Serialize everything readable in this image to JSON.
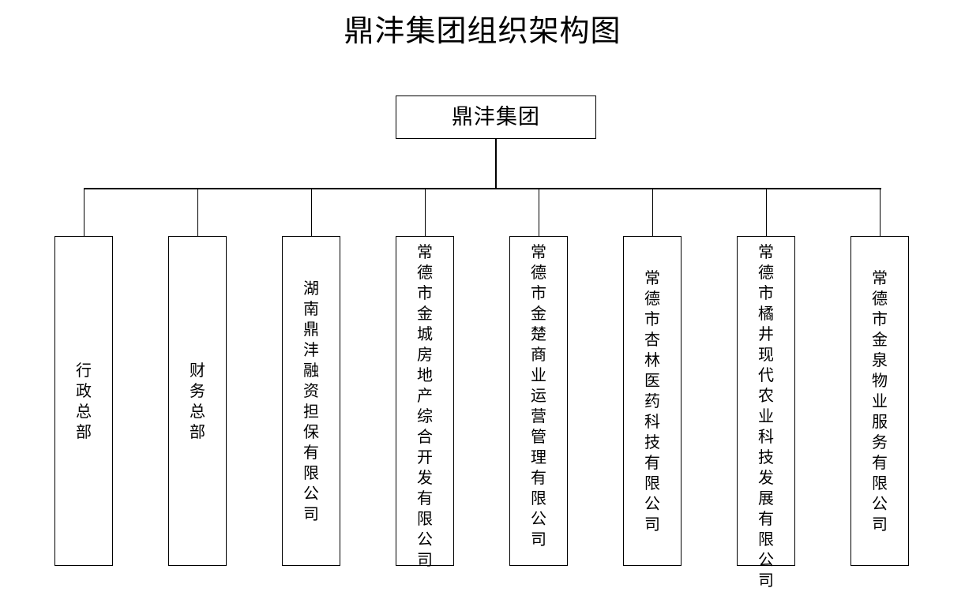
{
  "page": {
    "title": "鼎沣集团组织架构图",
    "background_color": "#ffffff",
    "line_color": "#000000",
    "text_color": "#000000"
  },
  "org_chart": {
    "root": {
      "label": "鼎沣集团"
    },
    "children": [
      {
        "label": "行政总部"
      },
      {
        "label": "财务总部"
      },
      {
        "label": "湖南鼎沣融资担保有限公司"
      },
      {
        "label": "常德市金城房地产综合开发有限公司"
      },
      {
        "label": "常德市金楚商业运营管理有限公司"
      },
      {
        "label": "常德市杏林医药科技有限公司"
      },
      {
        "label": "常德市橘井现代农业科技发展有限公司"
      },
      {
        "label": "常德市金泉物业服务有限公司"
      }
    ]
  }
}
